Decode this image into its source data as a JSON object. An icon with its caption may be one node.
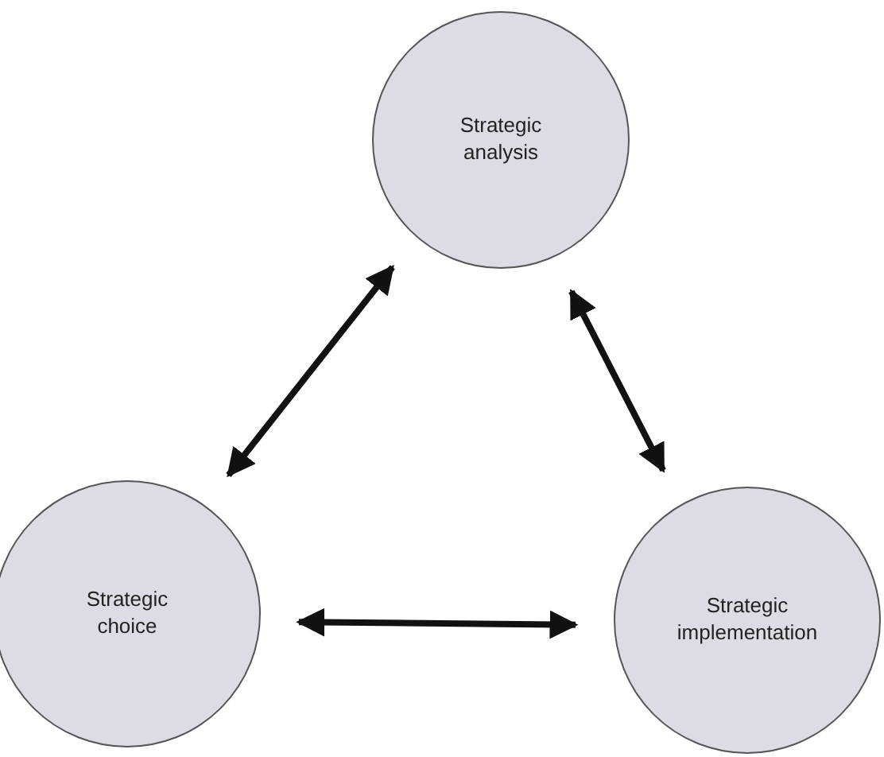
{
  "diagram": {
    "nodes": [
      {
        "text": [
          "Strategic analysis"
        ]
      },
      {
        "text": [
          "Strategic choice"
        ]
      },
      {
        "text": [
          "Strategic implementation"
        ]
      }
    ],
    "edges": [
      {
        "from": 0,
        "to": 1,
        "arrow": "both"
      },
      {
        "from": 0,
        "to": 2,
        "arrow": "both"
      },
      {
        "from": 1,
        "to": 2,
        "arrow": "both"
      }
    ]
  }
}
